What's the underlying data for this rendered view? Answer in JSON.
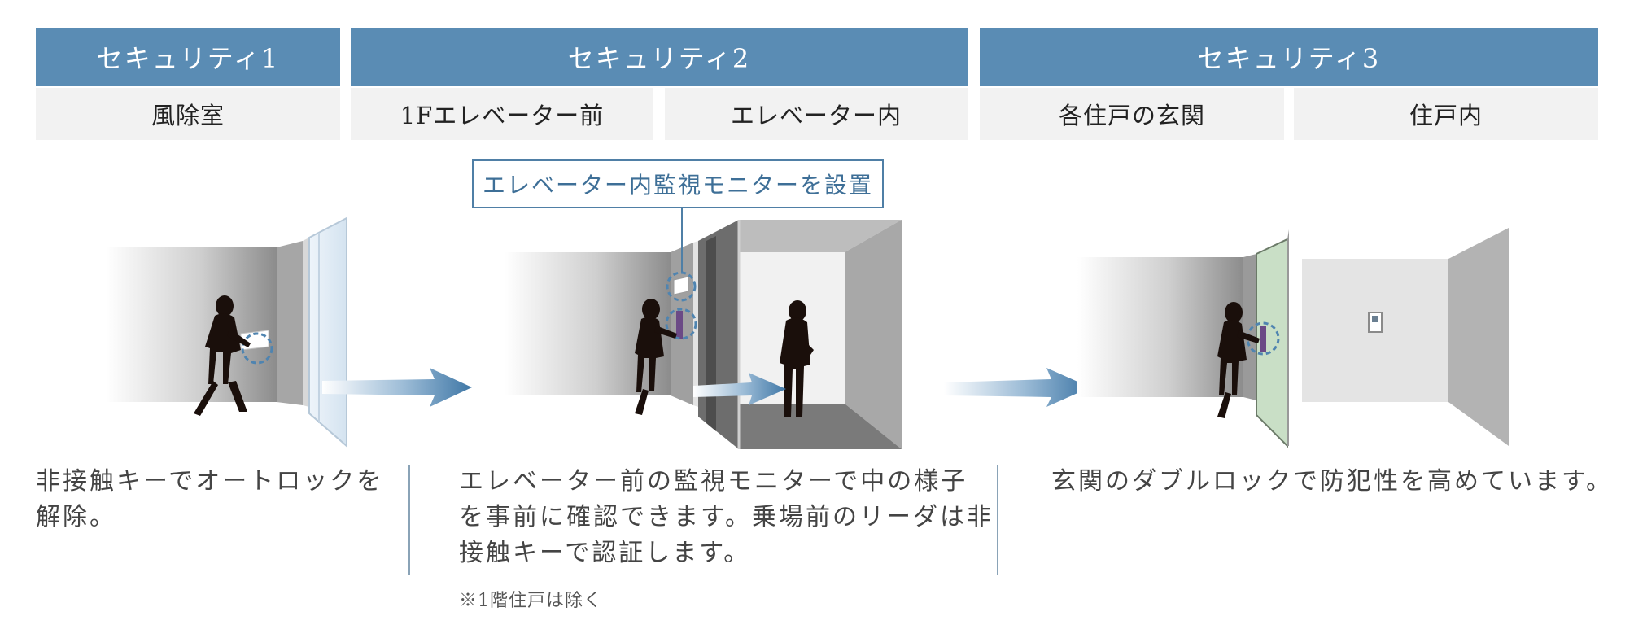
{
  "headers": [
    "セキュリティ1",
    "セキュリティ2",
    "セキュリティ3"
  ],
  "subheaders": [
    "風除室",
    "1Fエレベーター前",
    "エレベーター内",
    "各住戸の玄関",
    "住戸内"
  ],
  "callout": "エレベーター内監視モニターを設置",
  "descriptions": {
    "d1": [
      "非接触キーでオートロックを",
      "解除。"
    ],
    "d2": [
      "エレベーター前の監視モニターで中の様子",
      "を事前に確認できます。乗場前のリーダは非",
      "接触キーで認証します。"
    ],
    "d3": [
      "玄関のダブルロックで防犯性を高めています。"
    ]
  },
  "note": "※1階住戸は除く",
  "colors": {
    "accent": "#5a8cb4",
    "subheader_bg": "#f2f2f2",
    "arrow": "#3f77a6",
    "door_green": "#c9dfc6"
  }
}
